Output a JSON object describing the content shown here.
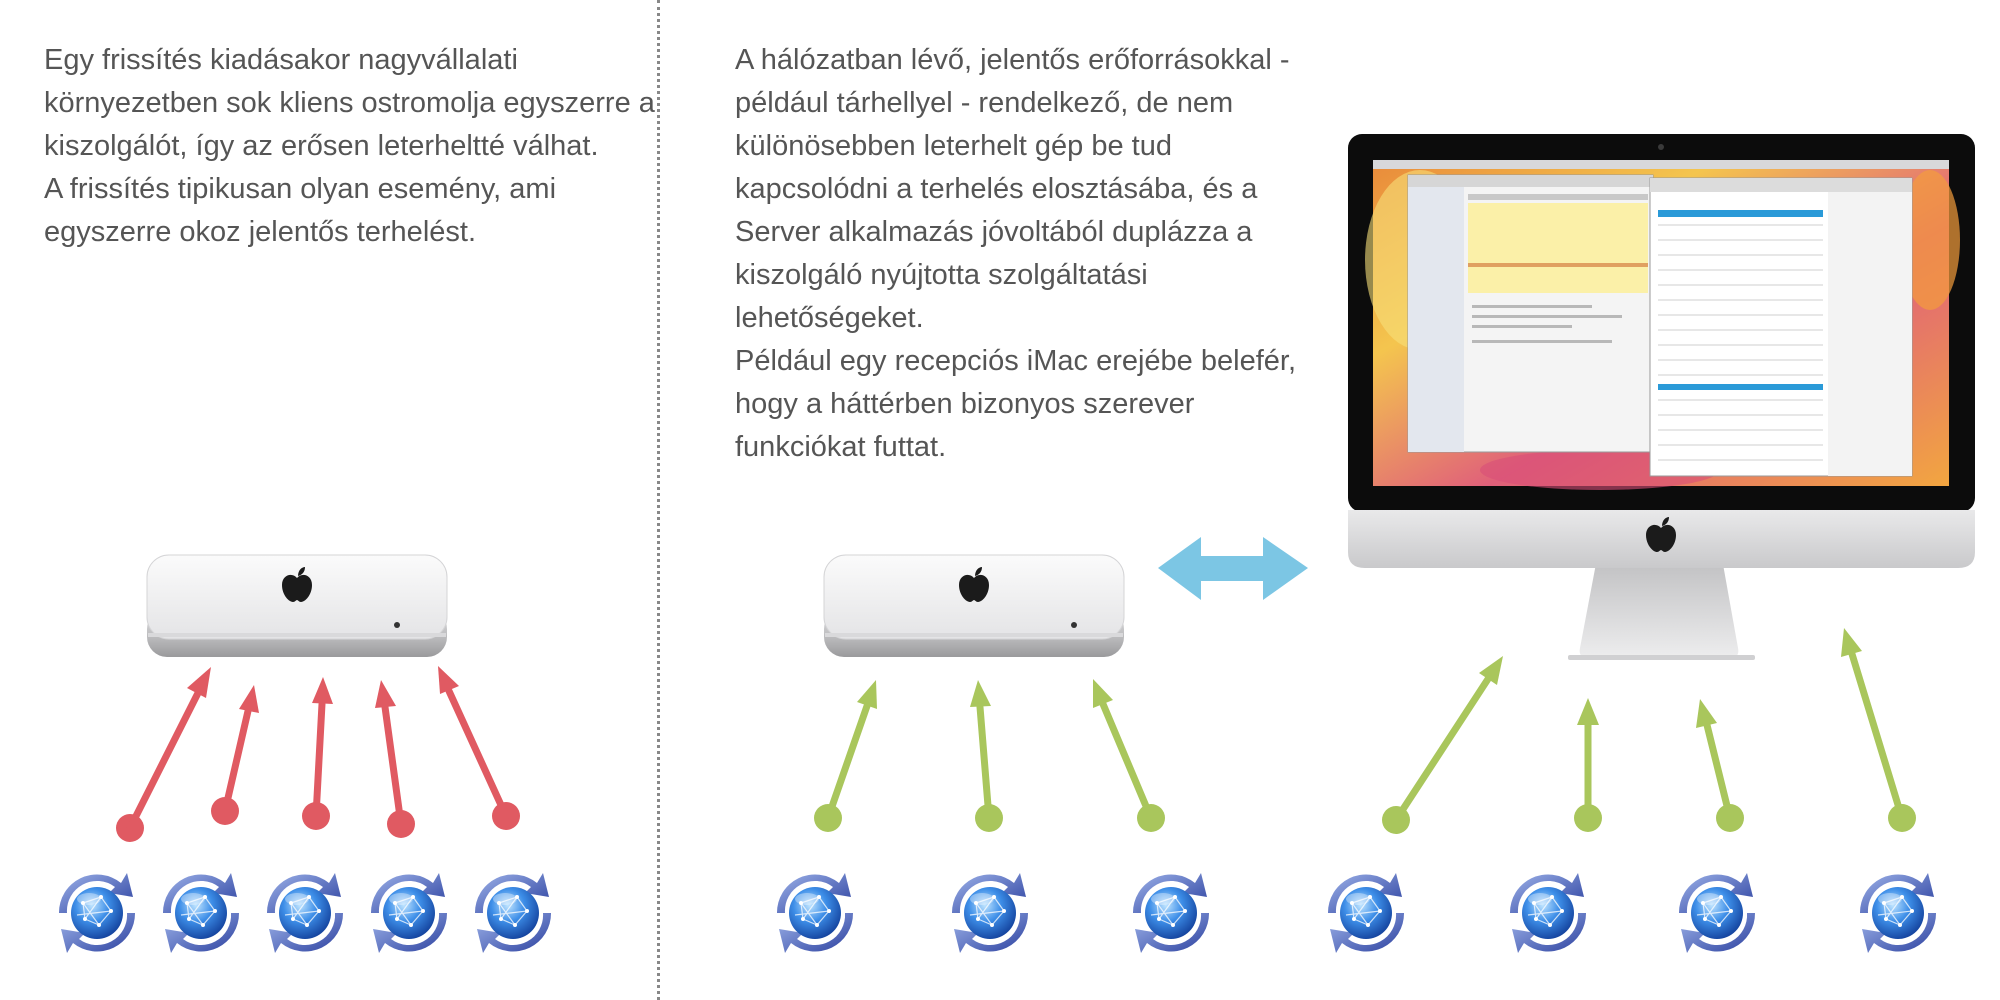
{
  "left_panel": {
    "paragraphs": [
      "Egy frissítés kiadásakor nagyvállalati környezetben sok kliens ostromolja egyszerre a kiszolgálót, így az erősen leterheltté válhat.",
      "A frissítés tipikusan olyan esemény, ami egyszerre okoz jelentős terhelést."
    ]
  },
  "right_panel": {
    "paragraphs": [
      "A hálózatban lévő, jelentős erőforrásokkal - például tárhellyel - rendelkező, de nem különösebben leterhelt gép be tud kapcsolódni a terhelés elosztásába, és a Server alkalmazás jóvoltából duplázza a kiszolgáló nyújtotta szolgáltatási lehetőségeket.",
      "Például egy recepciós iMac erejébe belefér, hogy a háttérben bizonyos szerever funkciókat futtat."
    ]
  },
  "colors": {
    "overload_arrow": "#e05a62",
    "balanced_arrow": "#a9c65c",
    "link_arrow": "#7cc6e4",
    "text": "#555555"
  },
  "icons": {
    "server": "mac-mini-server",
    "workstation": "imac-workstation",
    "client": "software-update-globe"
  }
}
